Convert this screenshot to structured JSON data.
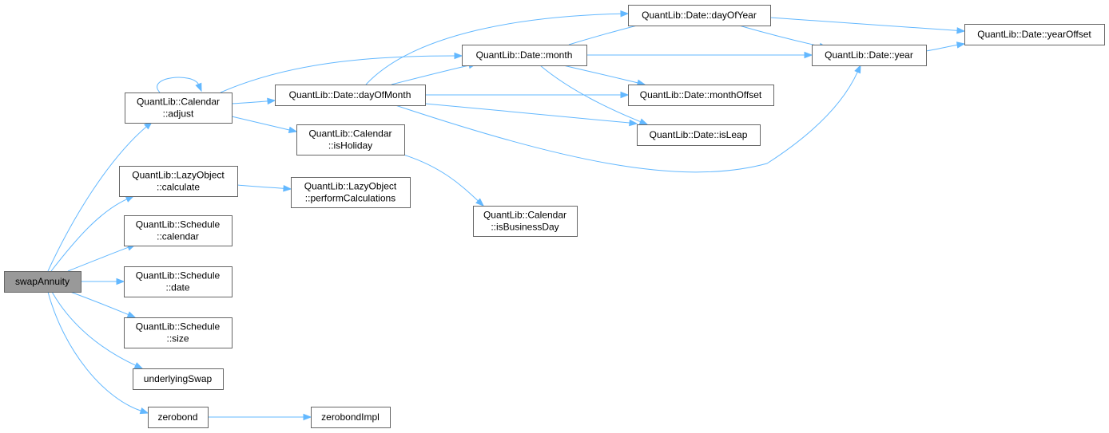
{
  "diagram": {
    "edge_color": "#63b8ff",
    "node_fill": "#ffffff",
    "root_fill": "#999999",
    "nodes": [
      {
        "id": "swapAnnuity",
        "lines": [
          "swapAnnuity"
        ],
        "root": true
      },
      {
        "id": "adjust",
        "lines": [
          "QuantLib::Calendar",
          "::adjust"
        ]
      },
      {
        "id": "calculate",
        "lines": [
          "QuantLib::LazyObject",
          "::calculate"
        ]
      },
      {
        "id": "schedCalendar",
        "lines": [
          "QuantLib::Schedule",
          "::calendar"
        ]
      },
      {
        "id": "schedDate",
        "lines": [
          "QuantLib::Schedule",
          "::date"
        ]
      },
      {
        "id": "schedSize",
        "lines": [
          "QuantLib::Schedule",
          "::size"
        ]
      },
      {
        "id": "underlyingSwap",
        "lines": [
          "underlyingSwap"
        ]
      },
      {
        "id": "zerobond",
        "lines": [
          "zerobond"
        ]
      },
      {
        "id": "dayOfMonth",
        "lines": [
          "QuantLib::Date::dayOfMonth"
        ]
      },
      {
        "id": "isHoliday",
        "lines": [
          "QuantLib::Calendar",
          "::isHoliday"
        ]
      },
      {
        "id": "performCalculations",
        "lines": [
          "QuantLib::LazyObject",
          "::performCalculations"
        ]
      },
      {
        "id": "zerobondImpl",
        "lines": [
          "zerobondImpl"
        ]
      },
      {
        "id": "month",
        "lines": [
          "QuantLib::Date::month"
        ]
      },
      {
        "id": "isBusinessDay",
        "lines": [
          "QuantLib::Calendar",
          "::isBusinessDay"
        ]
      },
      {
        "id": "dayOfYear",
        "lines": [
          "QuantLib::Date::dayOfYear"
        ]
      },
      {
        "id": "monthOffset",
        "lines": [
          "QuantLib::Date::monthOffset"
        ]
      },
      {
        "id": "isLeap",
        "lines": [
          "QuantLib::Date::isLeap"
        ]
      },
      {
        "id": "year",
        "lines": [
          "QuantLib::Date::year"
        ]
      },
      {
        "id": "yearOffset",
        "lines": [
          "QuantLib::Date::yearOffset"
        ]
      }
    ],
    "edges": [
      {
        "from": "swapAnnuity",
        "to": "adjust"
      },
      {
        "from": "swapAnnuity",
        "to": "calculate"
      },
      {
        "from": "swapAnnuity",
        "to": "schedCalendar"
      },
      {
        "from": "swapAnnuity",
        "to": "schedDate"
      },
      {
        "from": "swapAnnuity",
        "to": "schedSize"
      },
      {
        "from": "swapAnnuity",
        "to": "underlyingSwap"
      },
      {
        "from": "swapAnnuity",
        "to": "zerobond"
      },
      {
        "from": "adjust",
        "to": "adjust"
      },
      {
        "from": "adjust",
        "to": "dayOfMonth"
      },
      {
        "from": "adjust",
        "to": "isHoliday"
      },
      {
        "from": "adjust",
        "to": "month"
      },
      {
        "from": "calculate",
        "to": "performCalculations"
      },
      {
        "from": "zerobond",
        "to": "zerobondImpl"
      },
      {
        "from": "dayOfMonth",
        "to": "month"
      },
      {
        "from": "dayOfMonth",
        "to": "dayOfYear"
      },
      {
        "from": "dayOfMonth",
        "to": "monthOffset"
      },
      {
        "from": "dayOfMonth",
        "to": "isLeap"
      },
      {
        "from": "dayOfMonth",
        "to": "year"
      },
      {
        "from": "isHoliday",
        "to": "isBusinessDay"
      },
      {
        "from": "month",
        "to": "dayOfYear"
      },
      {
        "from": "month",
        "to": "monthOffset"
      },
      {
        "from": "month",
        "to": "isLeap"
      },
      {
        "from": "month",
        "to": "year"
      },
      {
        "from": "dayOfYear",
        "to": "year"
      },
      {
        "from": "dayOfYear",
        "to": "yearOffset"
      },
      {
        "from": "year",
        "to": "yearOffset"
      }
    ]
  }
}
